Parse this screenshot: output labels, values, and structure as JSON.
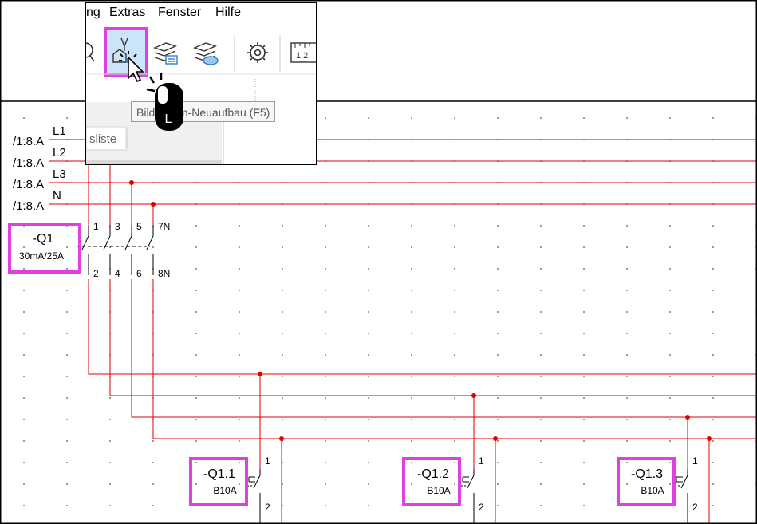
{
  "menu": {
    "items": [
      "ng",
      "Extras",
      "Fenster",
      "Hilfe"
    ]
  },
  "toolbar": {
    "buttons": [
      {
        "icon": "zoom-icon",
        "highlighted": false
      },
      {
        "icon": "rebuild-graphic-icon",
        "highlighted": true
      },
      {
        "icon": "layers-list-icon",
        "highlighted": false
      },
      {
        "icon": "layers-eye-icon",
        "highlighted": false
      },
      {
        "icon": "settings-gear-icon",
        "highlighted": false
      },
      {
        "icon": "ruler-icon",
        "highlighted": false
      }
    ]
  },
  "panel_tab": {
    "label": "sliste"
  },
  "tooltip": {
    "text": "Bildschirm-Neuaufbau (F5)"
  },
  "mouse_hint": {
    "button_label": "L"
  },
  "schematic": {
    "wire_color": "#e00000",
    "highlight_color": "#e040e0",
    "buses": [
      {
        "ref": "/1.8.A",
        "name": "L1"
      },
      {
        "ref": "/1.8.A",
        "name": "L2"
      },
      {
        "ref": "/1.8.A",
        "name": "L3"
      },
      {
        "ref": "/1.8.A",
        "name": "N"
      }
    ],
    "main_breaker": {
      "name": "-Q1",
      "rating": "30mA/25A",
      "top_pins": [
        "1",
        "3",
        "5",
        "7N"
      ],
      "bottom_pins": [
        "2",
        "4",
        "6",
        "8N"
      ]
    },
    "breakers": [
      {
        "name": "-Q1.1",
        "rating": "B10A",
        "pin_top": "1",
        "pin_bottom": "2"
      },
      {
        "name": "-Q1.2",
        "rating": "B10A",
        "pin_top": "1",
        "pin_bottom": "2"
      },
      {
        "name": "-Q1.3",
        "rating": "B10A",
        "pin_top": "1",
        "pin_bottom": "2"
      }
    ]
  }
}
